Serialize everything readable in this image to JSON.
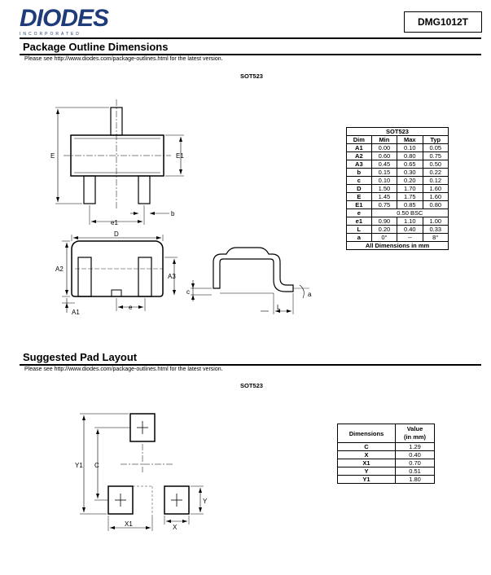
{
  "header": {
    "logo_text": "DIODES",
    "logo_sub": "INCORPORATED",
    "part_number": "DMG1012T"
  },
  "outline": {
    "title": "Package Outline Dimensions",
    "note": "Please see http://www.diodes.com/package-outlines.html for the latest version.",
    "package": "SOT523",
    "labels": {
      "E": "E",
      "E1": "E1",
      "e1": "e1",
      "b": "b",
      "D": "D",
      "A2": "A2",
      "A3": "A3",
      "A1": "A1",
      "e": "e",
      "c": "c",
      "L": "L",
      "a": "a"
    },
    "table": {
      "title": "SOT523",
      "headers": [
        "Dim",
        "Min",
        "Max",
        "Typ"
      ],
      "rows": [
        [
          "A1",
          "0.00",
          "0.10",
          "0.05"
        ],
        [
          "A2",
          "0.60",
          "0.80",
          "0.75"
        ],
        [
          "A3",
          "0.45",
          "0.65",
          "0.50"
        ],
        [
          "b",
          "0.15",
          "0.30",
          "0.22"
        ],
        [
          "c",
          "0.10",
          "0.20",
          "0.12"
        ],
        [
          "D",
          "1.50",
          "1.70",
          "1.60"
        ],
        [
          "E",
          "1.45",
          "1.75",
          "1.60"
        ],
        [
          "E1",
          "0.75",
          "0.85",
          "0.80"
        ]
      ],
      "e_row": {
        "dim": "e",
        "value": "0.50 BSC"
      },
      "rows2": [
        [
          "e1",
          "0.90",
          "1.10",
          "1.00"
        ],
        [
          "L",
          "0.20",
          "0.40",
          "0.33"
        ],
        [
          "a",
          "0°",
          "--",
          "8°"
        ]
      ],
      "footer": "All Dimensions in mm"
    }
  },
  "pad": {
    "title": "Suggested Pad Layout",
    "note": "Please see http://www.diodes.com/package-outlines.html for the latest version.",
    "package": "SOT523",
    "labels": {
      "Y1": "Y1",
      "C": "C",
      "X1": "X1",
      "X": "X",
      "Y": "Y"
    },
    "table": {
      "header_dim": "Dimensions",
      "header_val1": "Value",
      "header_val2": "(in mm)",
      "rows": [
        [
          "C",
          "1.29"
        ],
        [
          "X",
          "0.40"
        ],
        [
          "X1",
          "0.70"
        ],
        [
          "Y",
          "0.51"
        ],
        [
          "Y1",
          "1.80"
        ]
      ]
    }
  }
}
